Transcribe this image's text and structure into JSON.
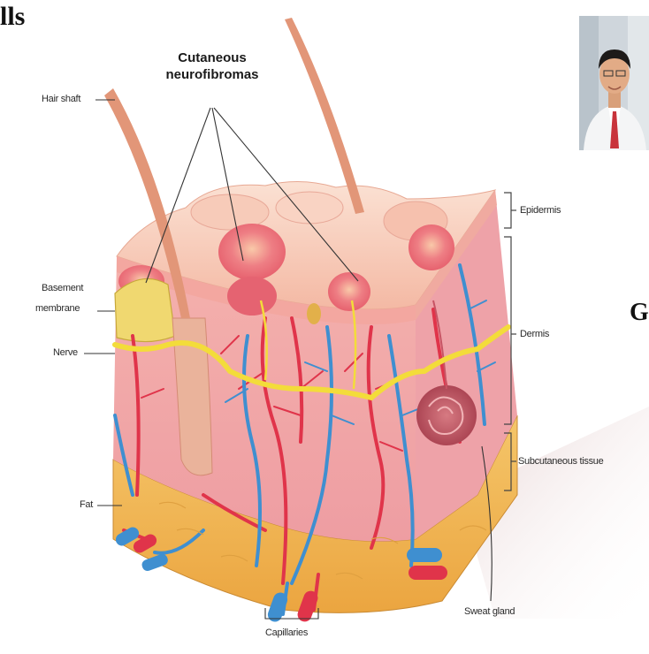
{
  "page_fragments": {
    "top_left": "lls",
    "right": "G"
  },
  "diagram": {
    "title_line1": "Cutaneous",
    "title_line2": "neurofibromas",
    "labels": {
      "hair_shaft": "Hair shaft",
      "basement_line1": "Basement",
      "basement_line2": "membrane",
      "nerve": "Nerve",
      "fat": "Fat",
      "capillaries": "Capillaries",
      "sweat_gland": "Sweat gland",
      "epidermis": "Epidermis",
      "dermis": "Dermis",
      "subcutaneous": "Subcutaneous tissue"
    }
  },
  "colors": {
    "skin_top": "#f7c8b3",
    "dermis": "#f0a3a5",
    "fat": "#f2b84a",
    "artery": "#e0344a",
    "vein": "#3f8fd0",
    "nerve": "#f3dc3a",
    "tumor": "#e9646f"
  },
  "photo": {
    "icon": "person-portrait-icon"
  }
}
